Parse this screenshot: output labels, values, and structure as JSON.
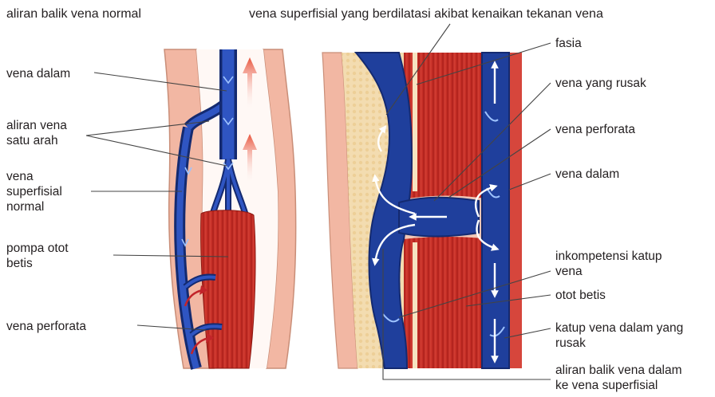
{
  "left_panel": {
    "title": "aliran balik vena normal",
    "labels": {
      "deep_vein": "vena dalam",
      "one_way_flow": "aliran vena\nsatu arah",
      "superficial_vein": "vena\nsuperfisial\nnormal",
      "calf_pump": "pompa otot\nbetis",
      "perforator": "vena perforata"
    }
  },
  "right_panel": {
    "title": "vena superfisial yang berdilatasi akibat kenaikan tekanan vena",
    "labels": {
      "fascia": "fasia",
      "damaged_vein": "vena yang rusak",
      "perforator": "vena perforata",
      "deep_vein": "vena dalam",
      "valve_incompetence": "inkompetensi katup\nvena",
      "calf_muscle": "otot betis",
      "damaged_deep_valve": "katup vena dalam yang\nrusak",
      "reflux": "aliran balik vena dalam\nke vena superfisial"
    }
  },
  "colors": {
    "skin": "#f2b7a3",
    "skin_edge": "#c98e78",
    "vein_blue": "#1f3f9c",
    "vein_dark": "#142a70",
    "muscle_red": "#c8322a",
    "fat_yellow": "#f3dcb0",
    "arrow_red": "#e8553d"
  }
}
